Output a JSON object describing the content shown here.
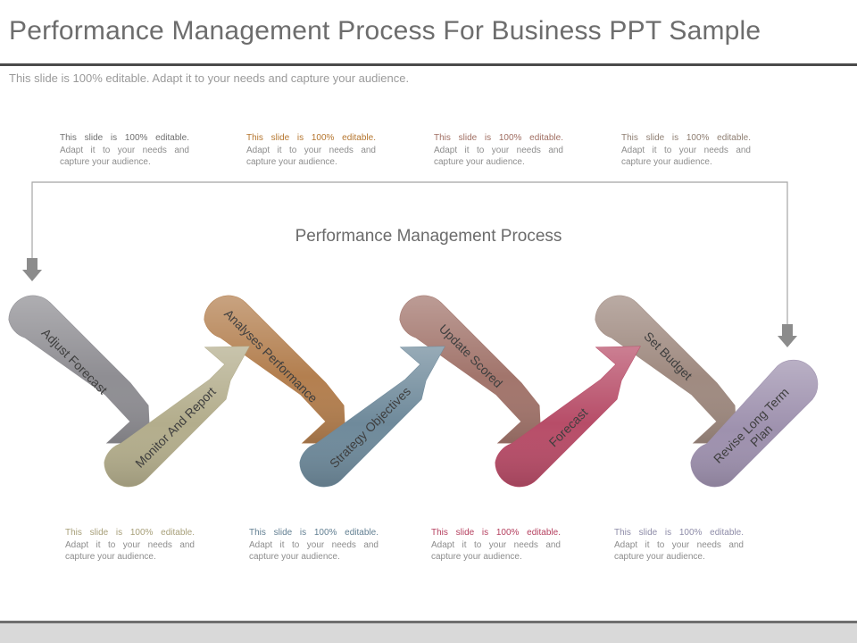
{
  "slide": {
    "title": "Performance Management Process For Business PPT Sample",
    "subtitle": "This slide is 100% editable. Adapt it to your needs and capture your audience.",
    "center_title": "Performance Management Process"
  },
  "top_notes": [
    {
      "lead": "This slide is 100% editable.",
      "body": "Adapt it to your needs and capture your audience.",
      "color": "#6f6f6f"
    },
    {
      "lead": "This slide is 100% editable.",
      "body": "Adapt it to your needs and capture your audience.",
      "color": "#b5762f"
    },
    {
      "lead": "This slide is 100% editable.",
      "body": "Adapt it to your needs and capture your audience.",
      "color": "#a06e62"
    },
    {
      "lead": "This slide is 100% editable.",
      "body": "Adapt it to your needs and capture your audience.",
      "color": "#8f7f73"
    }
  ],
  "bottom_notes": [
    {
      "lead": "This slide is 100% editable.",
      "body": "Adapt it to your needs and capture your audience.",
      "color": "#a79f79"
    },
    {
      "lead": "This slide is 100% editable.",
      "body": "Adapt it to your needs and capture your audience.",
      "color": "#627f92"
    },
    {
      "lead": "This slide is 100% editable.",
      "body": "Adapt it to your needs and capture your audience.",
      "color": "#b5405f"
    },
    {
      "lead": "This slide is 100% editable.",
      "body": "Adapt it to your needs and capture your audience.",
      "color": "#8e8ca8"
    }
  ],
  "steps": [
    {
      "label": "Adjust Forecast",
      "color": "#8f8e93"
    },
    {
      "label": "Monitor And Report",
      "color": "#b3ad8c"
    },
    {
      "label": "Analyses Performance",
      "color": "#b37f4f"
    },
    {
      "label": "Strategy Objectives",
      "color": "#6f8a9b"
    },
    {
      "label": "Update Scored",
      "color": "#a2756c"
    },
    {
      "label": "Forecast",
      "color": "#b74d68"
    },
    {
      "label": "Set Budget",
      "color": "#9f8a80"
    },
    {
      "label": "Revise Long Term Plan",
      "color": "#9e91ae"
    }
  ],
  "colors": {
    "connector": "#a5a5a5",
    "arrow": "#8c8c8c",
    "title_rule": "#4a4a4a"
  }
}
